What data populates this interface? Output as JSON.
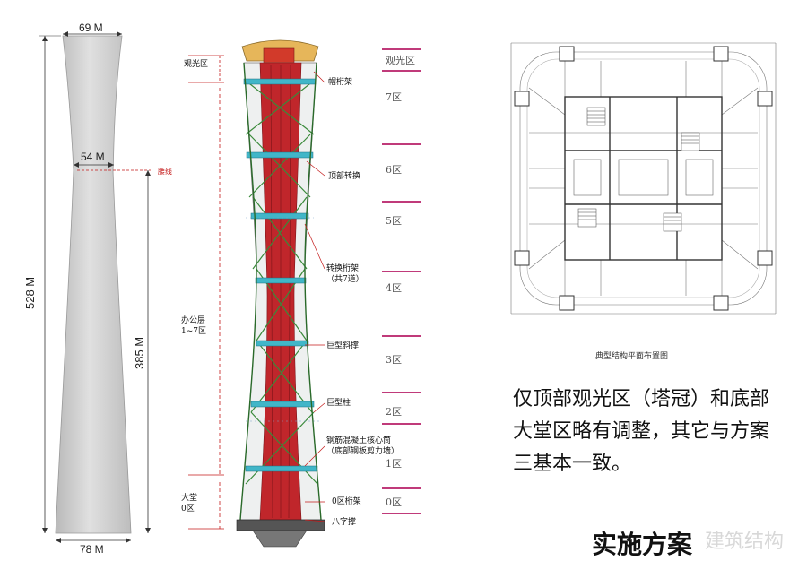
{
  "outline": {
    "top_width": "69 M",
    "waist_width": "54 M",
    "waist_note": "腰线",
    "total_height": "528 M",
    "upper_height": "385 M",
    "base_width": "78 M"
  },
  "structure": {
    "left_labels": {
      "observation": "观光区",
      "office": "办公层\n1~7区",
      "lobby": "大堂\n0区"
    },
    "right_labels": {
      "cap_truss": "帽桁架",
      "top_transfer": "顶部转换",
      "transfer_truss": "转换桁架\n（共7道）",
      "mega_brace": "巨型斜撑",
      "mega_column": "巨型柱",
      "core": "钢筋混凝土核心筒\n（底部钢板剪力墙）",
      "zone0_truss": "0区桁架",
      "v_brace": "八字撑"
    }
  },
  "zones": [
    "观光区",
    "7区",
    "6区",
    "5区",
    "4区",
    "3区",
    "2区",
    "1区",
    "0区"
  ],
  "plan_caption": "典型结构平面布置图",
  "description": "仅顶部观光区（塔冠）和底部大堂区略有调整，其它与方案三基本一致。",
  "title": "实施方案",
  "watermark": "建筑结构",
  "colors": {
    "tower_fill": "#d0d0d0",
    "steel_red": "#c0262b",
    "steel_green": "#3a8a3a",
    "steel_cyan": "#41b6c8",
    "zone_line": "#c03a7a",
    "dim_red": "#c41a1a"
  }
}
